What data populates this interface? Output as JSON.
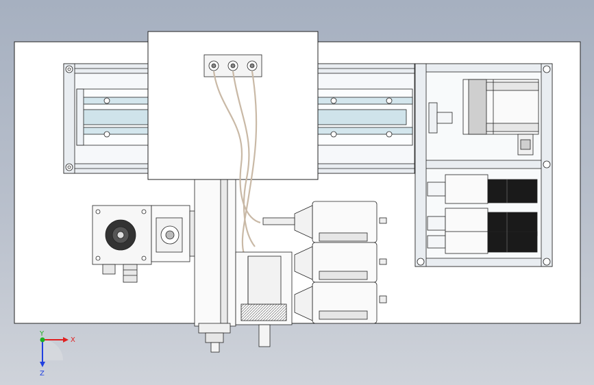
{
  "view": {
    "background_top": "#a6b0c0",
    "background_bottom": "#cfd3da"
  },
  "triad": {
    "x_label": "X",
    "y_label": "Y",
    "z_label": "Z",
    "x_color": "#e02020",
    "y_color": "#20b020",
    "z_color": "#2040e0"
  },
  "colors": {
    "plate": "#ffffff",
    "outline": "#222222",
    "rail_fill": "#eef2f6",
    "rod": "#cfe3ea",
    "motor_dark": "#1a1a1a",
    "tube": "#f2e9dc"
  }
}
